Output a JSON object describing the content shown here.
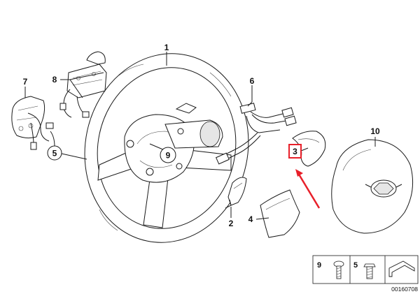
{
  "callouts": {
    "c1": "1",
    "c2": "2",
    "c3": "3",
    "c4": "4",
    "c5": "5",
    "c6": "6",
    "c7": "7",
    "c8": "8",
    "c9": "9",
    "c10": "10"
  },
  "legend": {
    "screw_a": "9",
    "screw_b": "5"
  },
  "footer": {
    "diagram_number": "00160708"
  },
  "colors": {
    "highlight": "#e8202a",
    "line": "#1a1a1a"
  }
}
